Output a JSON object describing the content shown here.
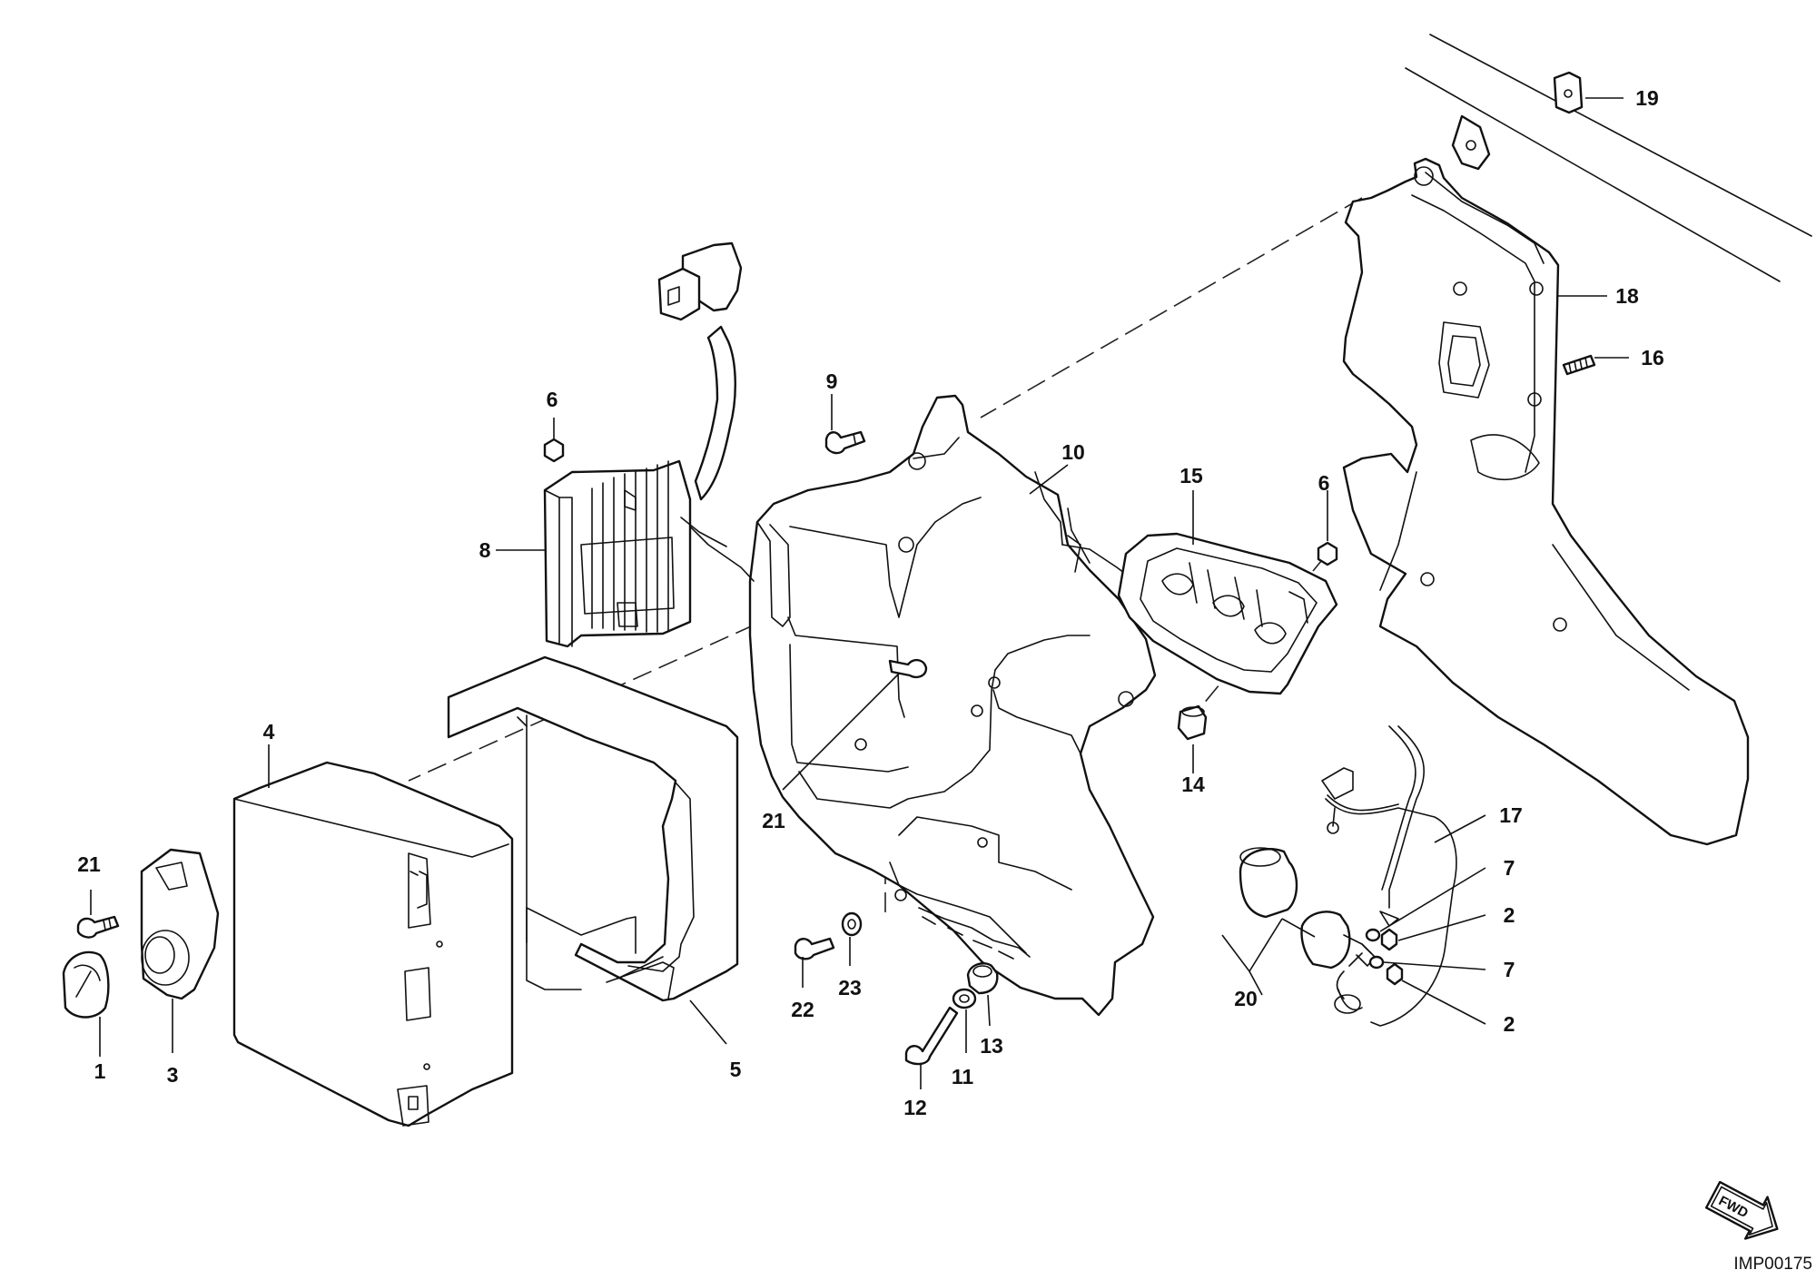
{
  "diagram": {
    "image_code": "IMP00175",
    "direction_badge": "FWD",
    "callouts": [
      {
        "label": "1"
      },
      {
        "label": "3"
      },
      {
        "label": "21"
      },
      {
        "label": "4"
      },
      {
        "label": "5"
      },
      {
        "label": "6"
      },
      {
        "label": "8"
      },
      {
        "label": "9"
      },
      {
        "label": "10"
      },
      {
        "label": "21"
      },
      {
        "label": "22"
      },
      {
        "label": "23"
      },
      {
        "label": "12"
      },
      {
        "label": "11"
      },
      {
        "label": "13"
      },
      {
        "label": "15"
      },
      {
        "label": "6"
      },
      {
        "label": "14"
      },
      {
        "label": "19"
      },
      {
        "label": "18"
      },
      {
        "label": "16"
      },
      {
        "label": "17"
      },
      {
        "label": "7"
      },
      {
        "label": "2"
      },
      {
        "label": "7"
      },
      {
        "label": "2"
      },
      {
        "label": "20"
      }
    ]
  }
}
